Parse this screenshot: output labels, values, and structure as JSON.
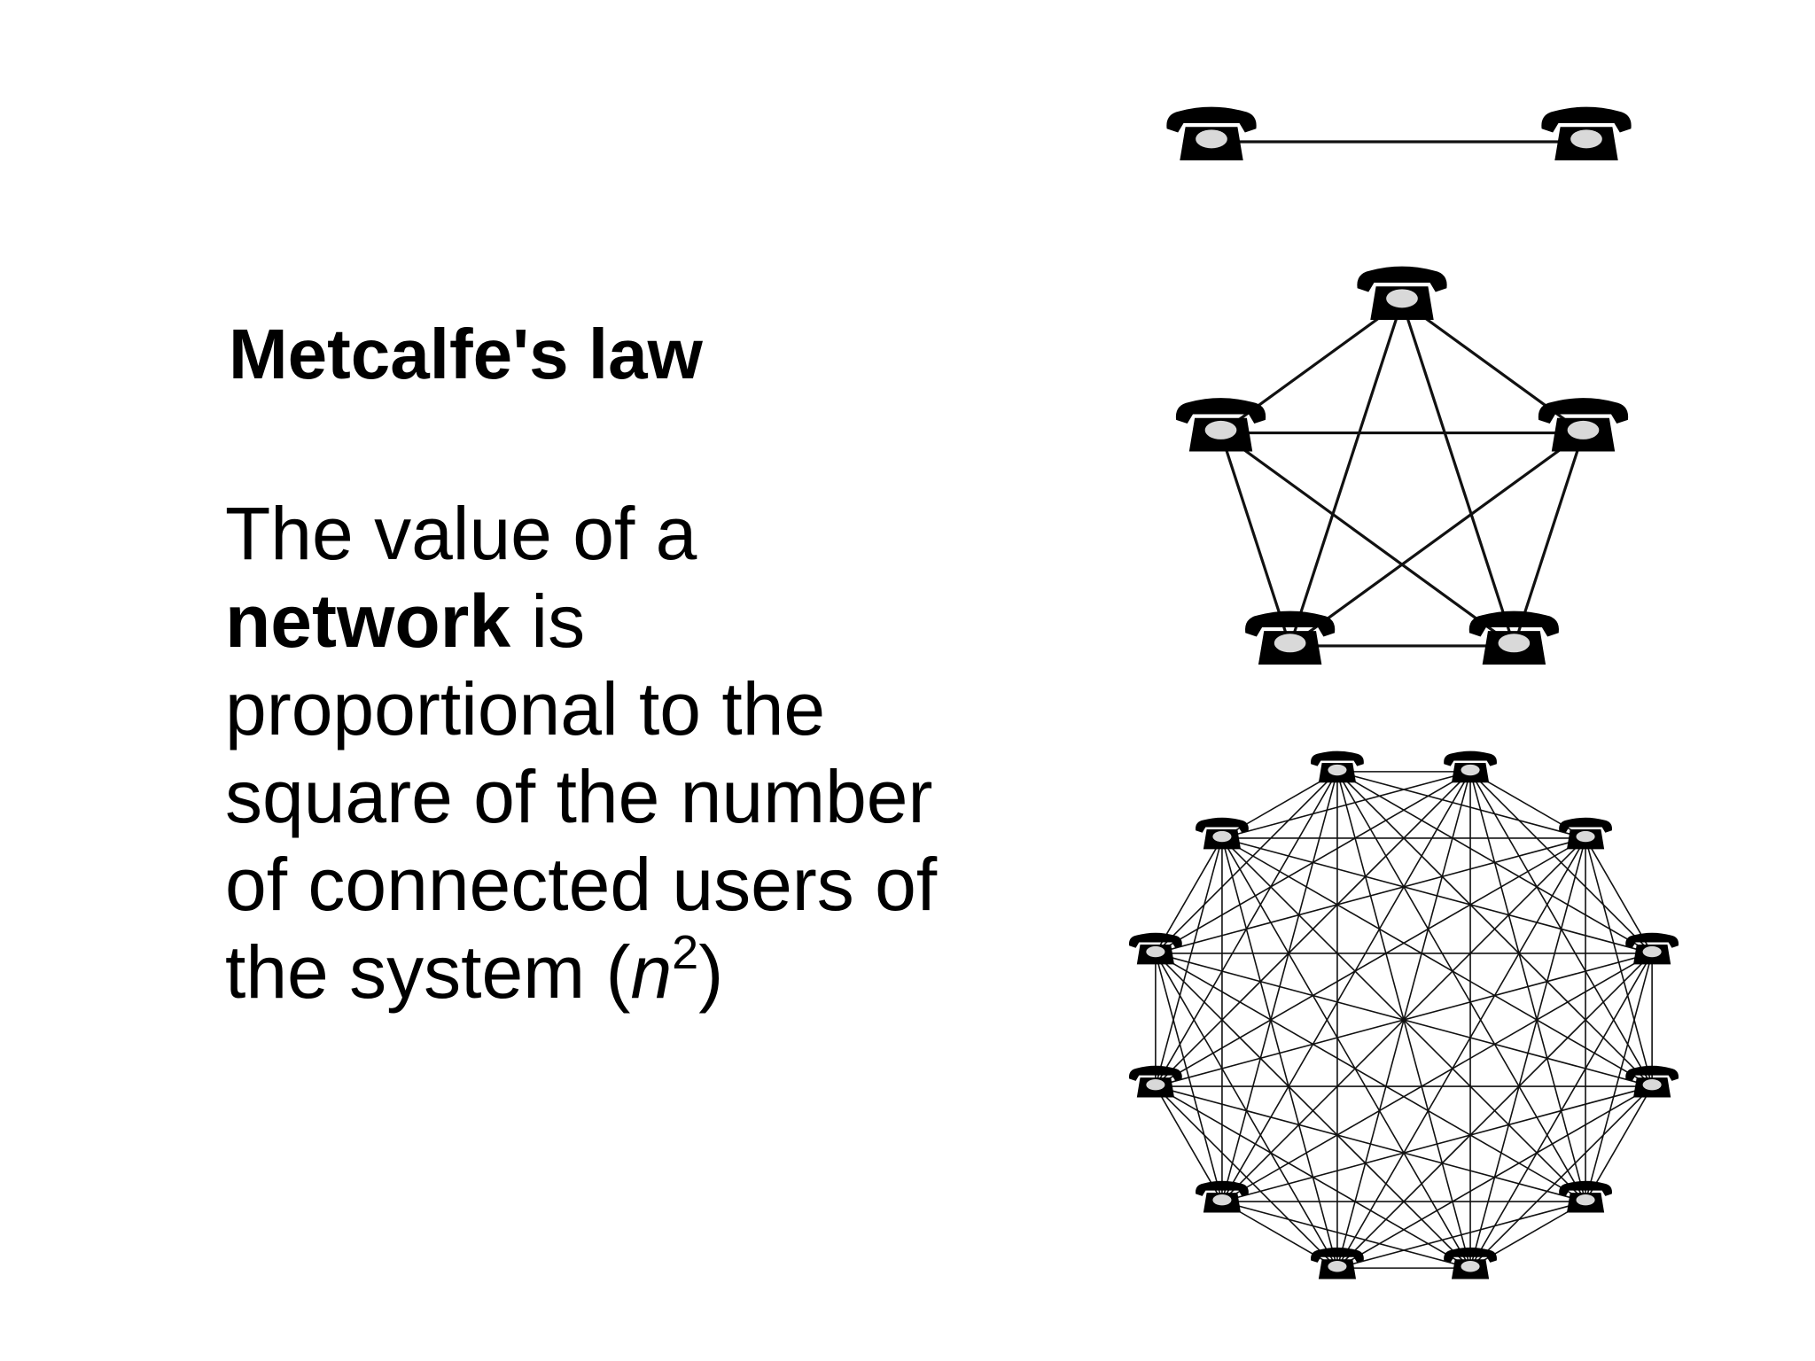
{
  "slide": {
    "title": "Metcalfe's law",
    "body": {
      "line1": "The  value of a",
      "line2_bold": "network",
      "line2_rest": " is",
      "line3": "proportional to the",
      "line4": "square of the number",
      "line5": "of connected users of",
      "line6_start": "the system (",
      "variable": "n",
      "exponent": "2",
      "line6_end": ")"
    }
  },
  "networks": [
    {
      "nodes": 2,
      "icon": "telephone-icon",
      "connection": "every node linked to every other"
    },
    {
      "nodes": 5,
      "icon": "telephone-icon",
      "connection": "every node linked to every other"
    },
    {
      "nodes": 12,
      "icon": "telephone-icon",
      "connection": "every node linked to every other"
    }
  ],
  "colors": {
    "background": "#ffffff",
    "text": "#000000",
    "phone": "#000000",
    "dial": "#d9d9d9",
    "link": "#111111"
  }
}
